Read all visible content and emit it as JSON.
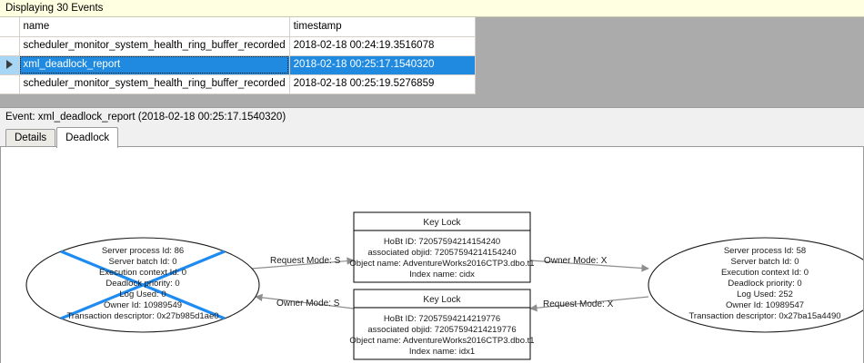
{
  "banner": {
    "text": "Displaying 30 Events"
  },
  "grid": {
    "columns": [
      "",
      "name",
      "timestamp"
    ],
    "rows": [
      {
        "selector": "",
        "name": "scheduler_monitor_system_health_ring_buffer_recorded",
        "timestamp": "2018-02-18 00:24:19.3516078",
        "selected": false
      },
      {
        "selector": "row-selector-arrow",
        "name": "xml_deadlock_report",
        "timestamp": "2018-02-18 00:25:17.1540320",
        "selected": true
      },
      {
        "selector": "",
        "name": "scheduler_monitor_system_health_ring_buffer_recorded",
        "timestamp": "2018-02-18 00:25:19.5276859",
        "selected": false
      }
    ]
  },
  "event_header": {
    "text": "Event: xml_deadlock_report (2018-02-18 00:25:17.1540320)"
  },
  "tabs": [
    {
      "label": "Details",
      "active": false
    },
    {
      "label": "Deadlock",
      "active": true
    }
  ],
  "colors": {
    "banner_bg": "#ffffe1",
    "selection_blue": "#1f8ae0",
    "victim_cross": "#1d8bf1",
    "panel_gray": "#ababab",
    "edge_gray": "#8d8d8d"
  },
  "deadlock_graph": {
    "process_left": {
      "is_victim": true,
      "lines": [
        "Server process Id: 86",
        "Server batch Id: 0",
        "Execution context Id: 0",
        "Deadlock priority: 0",
        "Log Used: 0",
        "Owner Id: 10989549",
        "Transaction descriptor: 0x27b985d1ae0"
      ]
    },
    "process_right": {
      "is_victim": false,
      "lines": [
        "Server process Id: 58",
        "Server batch Id: 0",
        "Execution context Id: 0",
        "Deadlock priority: 0",
        "Log Used: 252",
        "Owner Id: 10989547",
        "Transaction descriptor: 0x27ba15a4490"
      ]
    },
    "resource_top": {
      "title": "Key Lock",
      "lines": [
        "HoBt ID: 72057594214154240",
        "associated objid: 72057594214154240",
        "Object name: AdventureWorks2016CTP3.dbo.t1",
        "Index name: cidx"
      ]
    },
    "resource_bottom": {
      "title": "Key Lock",
      "lines": [
        "HoBt ID: 72057594214219776",
        "associated objid: 72057594214219776",
        "Object name: AdventureWorks2016CTP3.dbo.t1",
        "Index name: idx1"
      ]
    },
    "edges": [
      {
        "id": "left-request-top",
        "label": "Request Mode: S"
      },
      {
        "id": "top-owner-right",
        "label": "Owner Mode: X"
      },
      {
        "id": "bottom-owner-left",
        "label": "Owner Mode: S"
      },
      {
        "id": "right-request-bottom",
        "label": "Request Mode: X"
      }
    ]
  }
}
